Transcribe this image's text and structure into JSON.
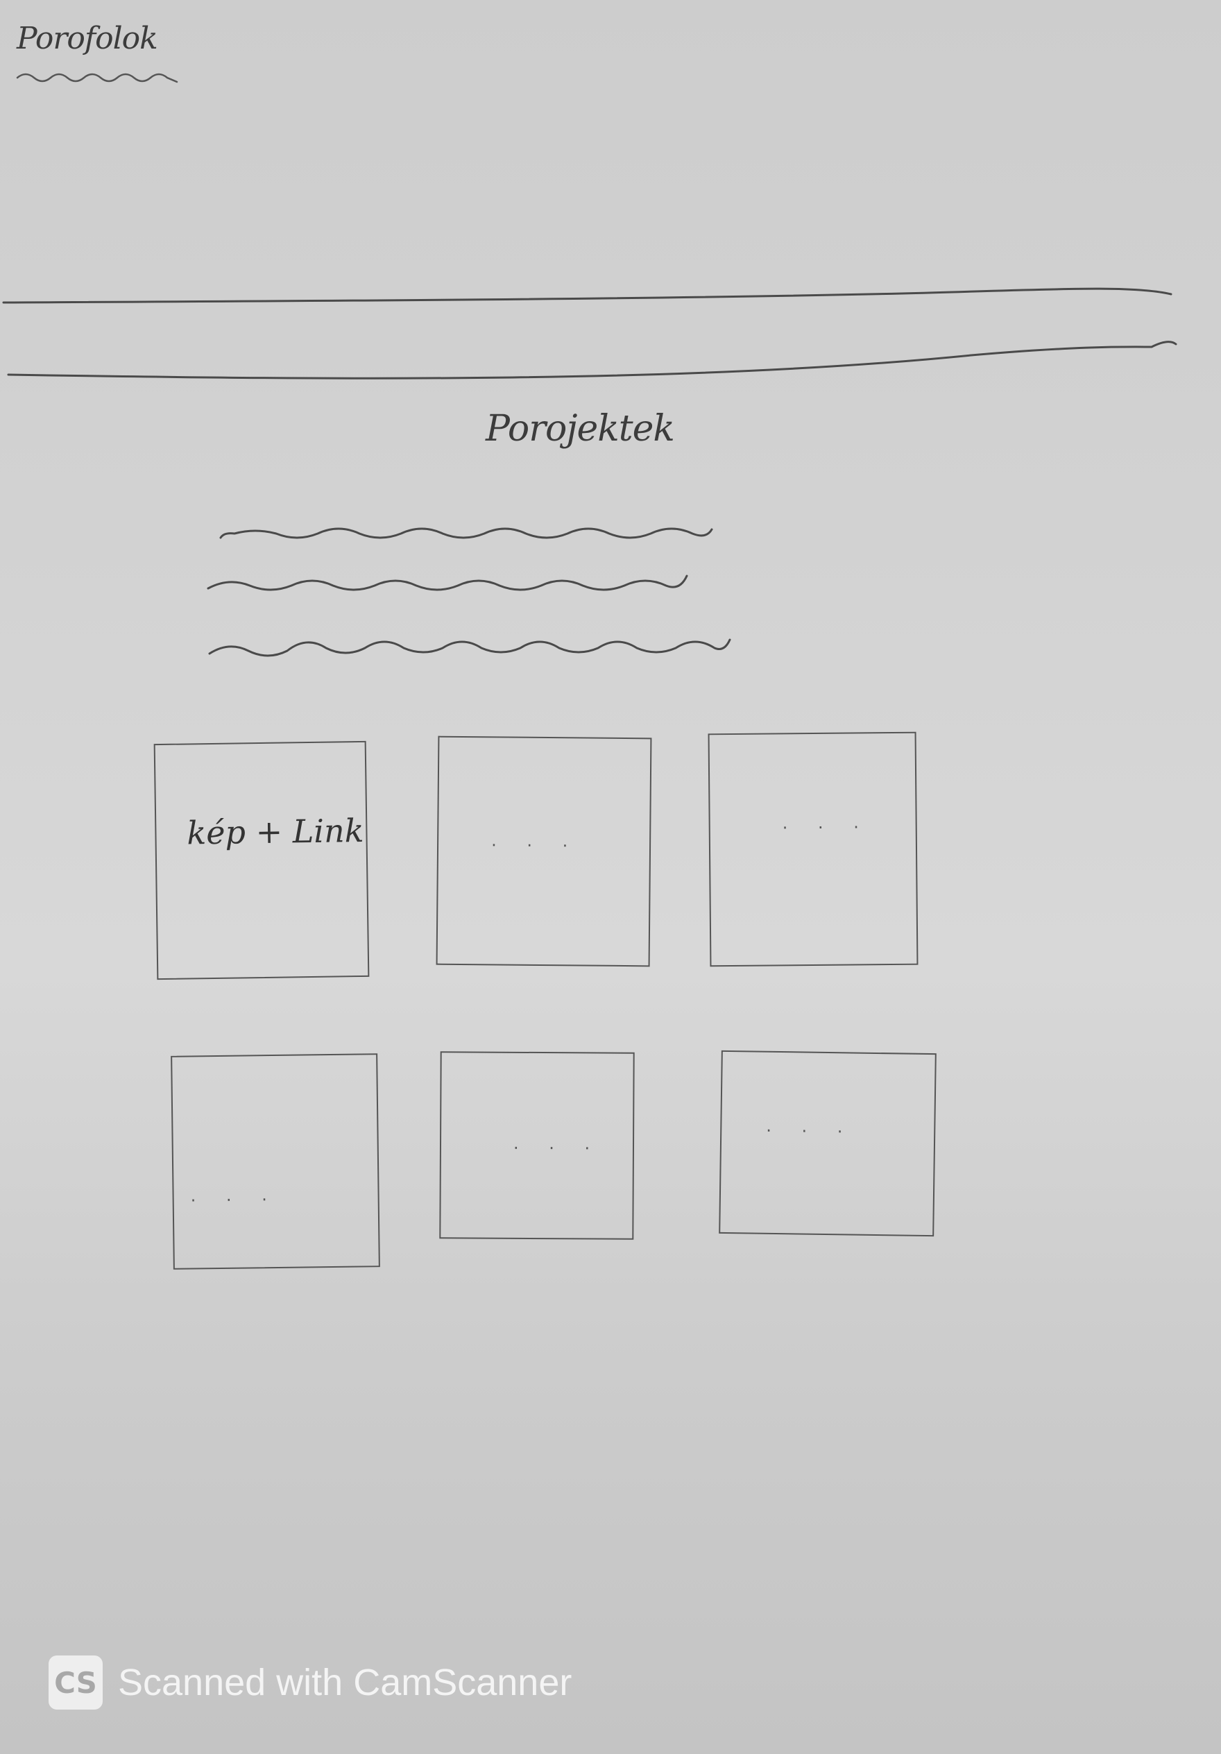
{
  "sketch": {
    "logo_text": "Porofolok",
    "section_heading": "Porojektek",
    "cards": [
      {
        "label": "kép + Link",
        "dots": ""
      },
      {
        "label": "",
        "dots": ". . ."
      },
      {
        "label": "",
        "dots": ". . ."
      },
      {
        "label": "",
        "dots": ". . ."
      },
      {
        "label": "",
        "dots": ". . ."
      },
      {
        "label": "",
        "dots": ". . ."
      }
    ]
  },
  "watermark": {
    "logo": "CS",
    "text": "Scanned with CamScanner"
  },
  "colors": {
    "paper": "#d2d2d2",
    "pencil": "#4a4a4a",
    "watermark_text": "#f4f4f4"
  }
}
